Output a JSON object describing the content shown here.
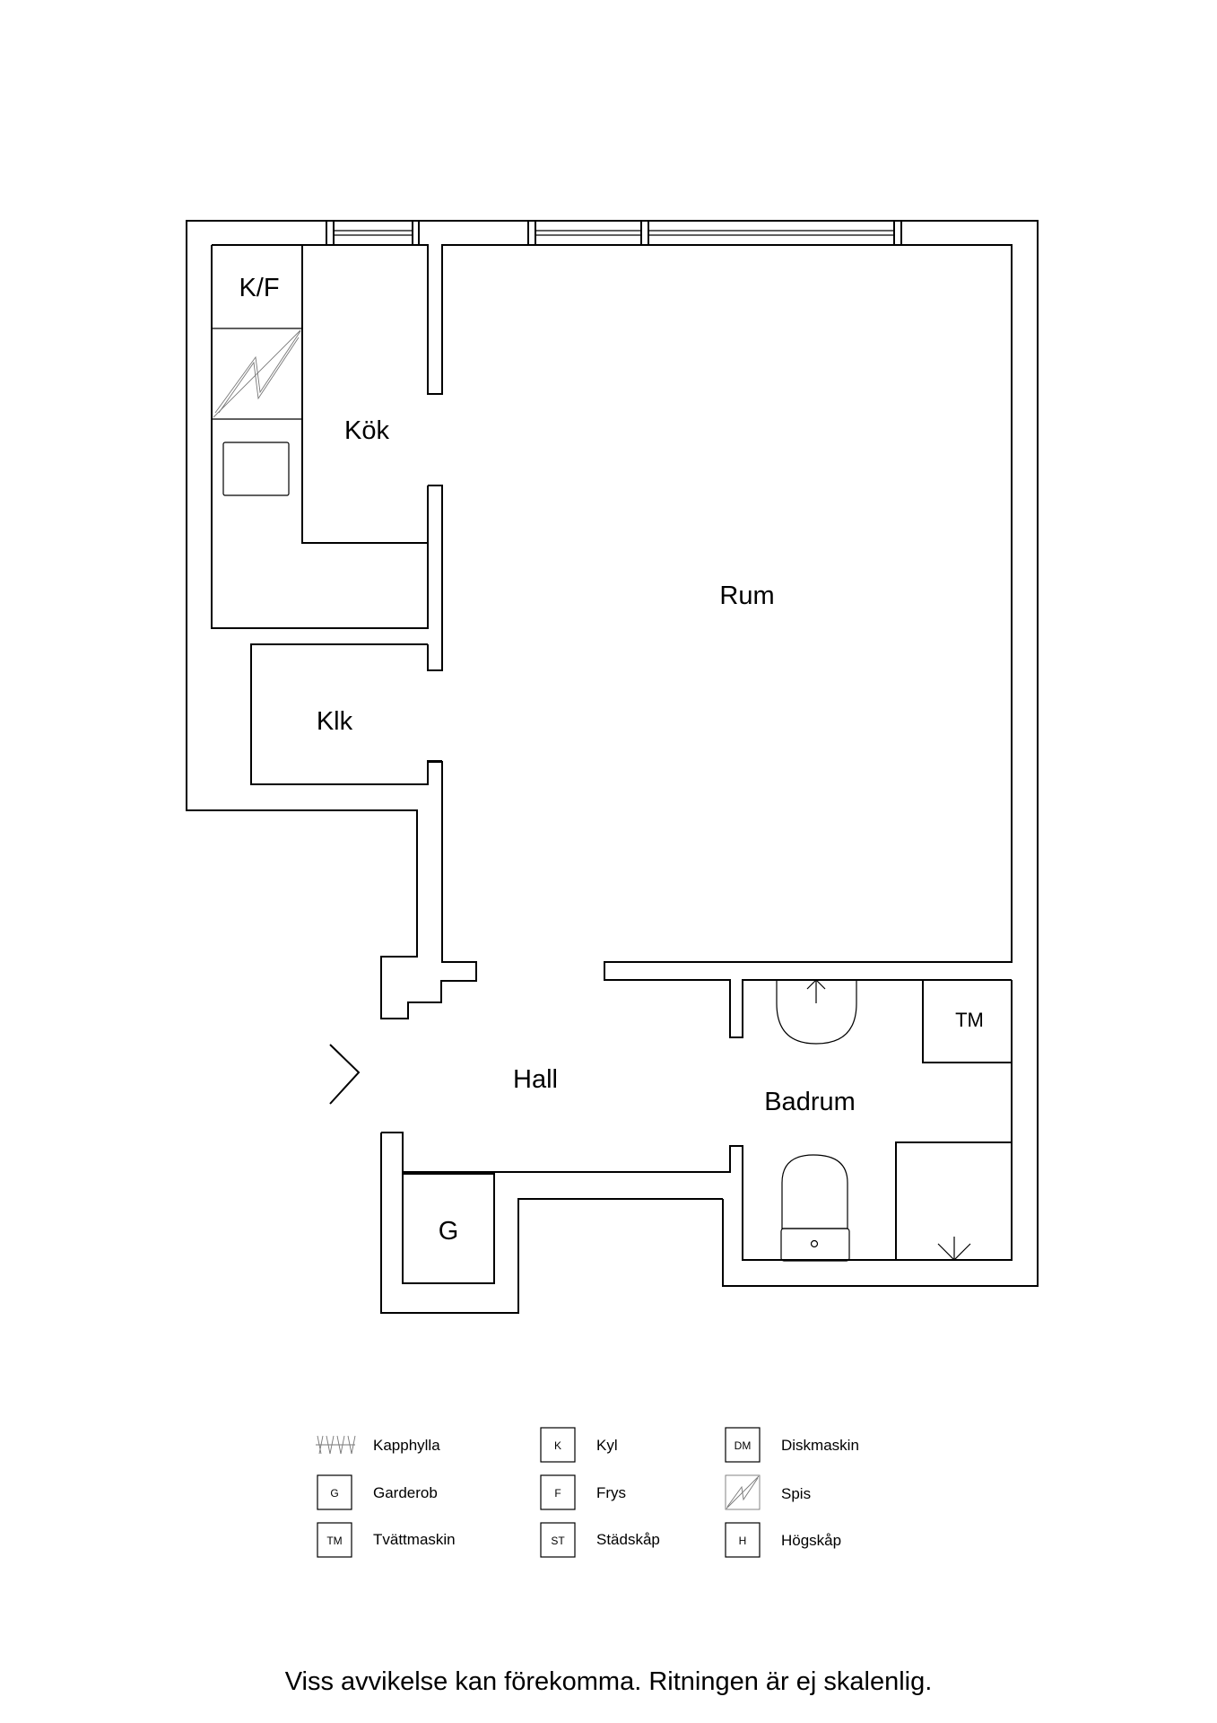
{
  "rooms": {
    "kitchen": "Kök",
    "living_room": "Rum",
    "walk_in_closet": "Klk",
    "hall": "Hall",
    "bathroom": "Badrum"
  },
  "fixtures": {
    "fridge_freezer": "K/F",
    "washing_machine": "TM",
    "wardrobe": "G"
  },
  "legend": [
    {
      "code": "",
      "icon": "coat-rack-icon",
      "label": "Kapphylla"
    },
    {
      "code": "G",
      "icon": "box-icon",
      "label": "Garderob"
    },
    {
      "code": "TM",
      "icon": "box-icon",
      "label": "Tvättmaskin"
    },
    {
      "code": "K",
      "icon": "box-icon",
      "label": "Kyl"
    },
    {
      "code": "F",
      "icon": "box-icon",
      "label": "Frys"
    },
    {
      "code": "ST",
      "icon": "box-icon",
      "label": "Städskåp"
    },
    {
      "code": "DM",
      "icon": "box-icon",
      "label": "Diskmaskin"
    },
    {
      "code": "",
      "icon": "stove-icon",
      "label": "Spis"
    },
    {
      "code": "H",
      "icon": "box-icon",
      "label": "Högskåp"
    }
  ],
  "disclaimer": "Viss avvikelse kan förekomma. Ritningen är ej skalenlig."
}
